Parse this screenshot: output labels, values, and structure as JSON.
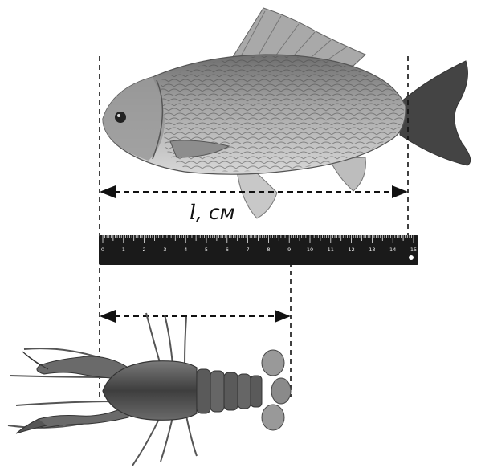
{
  "label": {
    "symbol": "l",
    "unit": ", см"
  },
  "ruler": {
    "min": 0,
    "max": 15,
    "tick_labels": [
      "0",
      "1",
      "2",
      "3",
      "4",
      "5",
      "6",
      "7",
      "8",
      "9",
      "10",
      "11",
      "12",
      "13",
      "14",
      "15"
    ],
    "color": "#1a1a1a"
  },
  "colors": {
    "fish": "#8a8a8a",
    "crayfish": "#5b5b5b",
    "lines": "#111111"
  }
}
